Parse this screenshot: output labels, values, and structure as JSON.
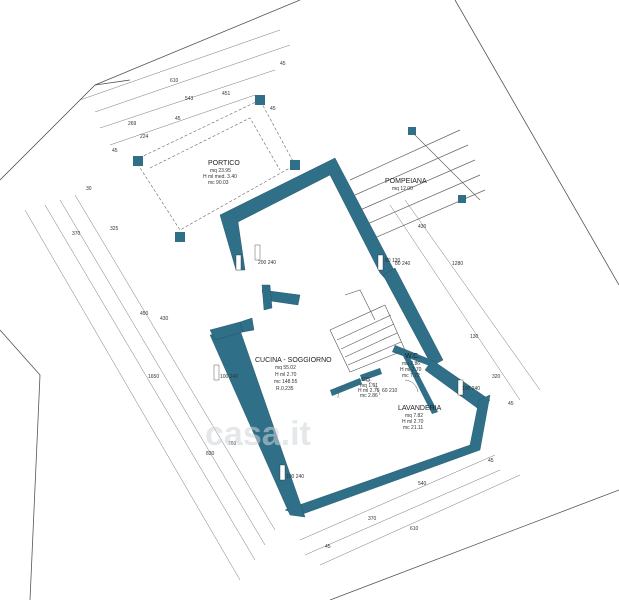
{
  "plan": {
    "wall_color": "#2f6f88",
    "line_color": "#555555",
    "rooms": {
      "portico": {
        "name": "PORTICO",
        "area": "mq 23.95",
        "height": "H ml med. 3.40",
        "volume": "mc 90.03"
      },
      "pompeiana": {
        "name": "POMPEIANA",
        "area": "mq 12.00"
      },
      "cucina": {
        "name": "CUCINA - SOGGIORNO",
        "area": "mq 55.02",
        "height": "H ml 2.70",
        "volume": "mc 148.55",
        "ratio": "R.0.235"
      },
      "wc": {
        "name": "W.C.",
        "area": "mq 2.86",
        "height": "H ml 2.70",
        "volume": "mc 7.72"
      },
      "lavanderia": {
        "name": "LAVANDERIA",
        "area": "mq 7.82",
        "height": "H ml 2.70",
        "volume": "mc 21.11"
      },
      "dis": {
        "name": "DIS.",
        "area": "mq 1.01",
        "height": "H ml 2.70",
        "volume": "mc 2.86"
      }
    },
    "dims": {
      "top": [
        "610",
        "45",
        "543",
        "451",
        "45",
        "269",
        "45",
        "224",
        "45"
      ],
      "left": [
        "30",
        "370",
        "325",
        "450",
        "430",
        "1650",
        "760",
        "830"
      ],
      "right": [
        "1280",
        "430",
        "130",
        "320",
        "45"
      ],
      "bottom": [
        "45",
        "540",
        "370",
        "610",
        "45"
      ],
      "windows": {
        "w1": "80\n120",
        "w2": "200\n240",
        "w3": "100\n240",
        "w4": "100\n240",
        "w5": "100\n240",
        "w6": "80\n240",
        "w7": "60\n210"
      }
    },
    "watermark": "casa.it"
  }
}
